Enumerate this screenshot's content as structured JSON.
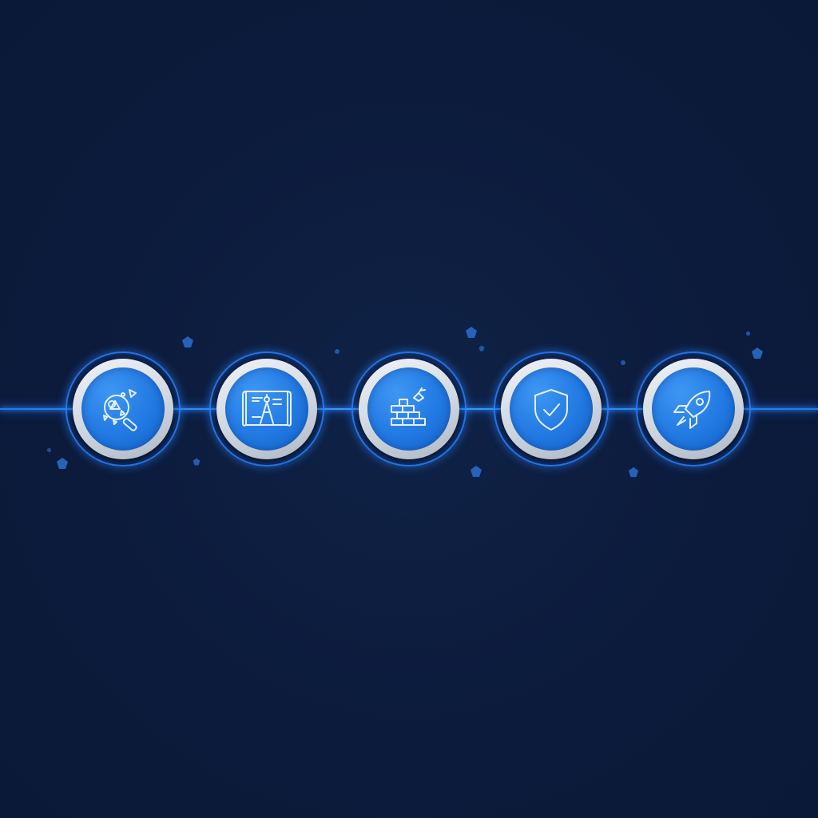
{
  "palette": {
    "background": "#0c1b3c",
    "line": "#2f8cff",
    "halo": "#2882ff",
    "ring": "#dfe4ea",
    "disc": "#2179e2",
    "icon_stroke": "#e6f0ff",
    "particle": "#2a6fd0"
  },
  "steps": [
    {
      "id": "research",
      "icon": "magnifier-shapes-icon"
    },
    {
      "id": "design",
      "icon": "blueprint-compass-icon"
    },
    {
      "id": "build",
      "icon": "bricks-trowel-icon"
    },
    {
      "id": "secure",
      "icon": "shield-check-icon"
    },
    {
      "id": "launch",
      "icon": "rocket-icon"
    }
  ]
}
